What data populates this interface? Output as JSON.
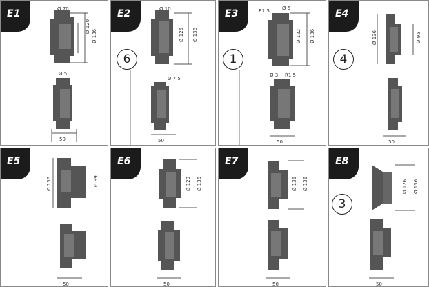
{
  "panels": [
    {
      "code": "E1",
      "dims": {
        "top": "Ø 70",
        "v1": "Ø 120",
        "v2": "Ø 136",
        "mid": "Ø 5",
        "width": "50"
      }
    },
    {
      "code": "E2",
      "badge": "6",
      "dims": {
        "top": "Ø 10",
        "v1": "Ø 125",
        "v2": "Ø 136",
        "mid": "Ø 7.5",
        "width": "50"
      }
    },
    {
      "code": "E3",
      "badge": "1",
      "dims": {
        "top1": "R1.5",
        "top2": "Ø 5",
        "v1": "Ø 122",
        "v2": "Ø 136",
        "mid1": "Ø 3",
        "mid2": "R1.5",
        "width": "50"
      }
    },
    {
      "code": "E4",
      "badge": "4",
      "dims": {
        "v1": "Ø 136",
        "v2": "Ø 95",
        "width": "50"
      }
    },
    {
      "code": "E5",
      "dims": {
        "v1": "Ø 136",
        "v2": "Ø 99",
        "width": "50"
      }
    },
    {
      "code": "E6",
      "dims": {
        "v1": "Ø 120",
        "v2": "Ø 136",
        "width": "50"
      }
    },
    {
      "code": "E7",
      "dims": {
        "v1": "Ø 136",
        "v2": "Ø 136",
        "width": "50"
      }
    },
    {
      "code": "E8",
      "badge": "3",
      "dims": {
        "v1": "Ø 126",
        "v2": "Ø 136",
        "width": "50"
      }
    }
  ]
}
